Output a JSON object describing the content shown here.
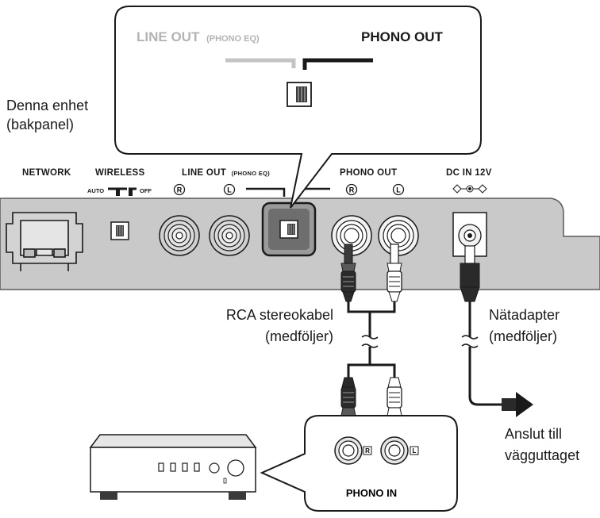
{
  "callout": {
    "line_out": "LINE OUT",
    "phono_eq": "(PHONO EQ)",
    "phono_out": "PHONO OUT"
  },
  "unit_label": {
    "line1": "Denna enhet",
    "line2": "(bakpanel)"
  },
  "panel": {
    "network": "NETWORK",
    "wireless": "WIRELESS",
    "auto": "AUTO",
    "off": "OFF",
    "line_out": "LINE OUT",
    "phono_eq": "(PHONO EQ)",
    "phono_out": "PHONO OUT",
    "dc_in": "DC IN 12V",
    "r_mark": "R",
    "l_mark": "L"
  },
  "cable_label": {
    "line1": "RCA stereokabel",
    "line2": "(medföljer)"
  },
  "adapter_label": {
    "line1": "Nätadapter",
    "line2": "(medföljer)"
  },
  "outlet_label": {
    "line1": "Anslut till",
    "line2": "vägguttaget"
  },
  "amp_callout": {
    "r": "R",
    "l": "L",
    "phono_in": "PHONO IN"
  },
  "colors": {
    "panel": "#c9c9c9",
    "panel_edge": "#5a5a5a",
    "line": "#1a1a1a",
    "callout_gray": "#b3b3b3"
  },
  "icons": [
    "rj45-port-icon",
    "switch-icon",
    "rca-jack-icon",
    "dc-jack-icon",
    "rca-plug-icon",
    "dc-plug-icon",
    "arrow-right-icon",
    "amplifier-icon"
  ]
}
